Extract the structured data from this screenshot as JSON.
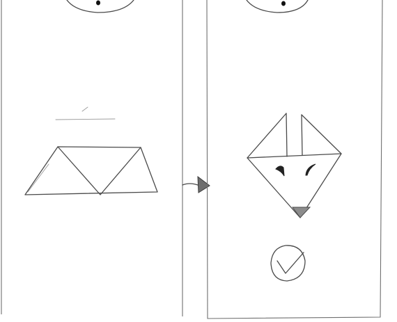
{
  "diagram": {
    "panel_count": 2,
    "step_arrow": "arrow-right-icon",
    "colors": {
      "pencil": "#4a4a4a",
      "faint_pencil": "#9a9a9a",
      "frame": "#6f6f6f",
      "shading": "#8c8c8c",
      "paper": "#ffffff"
    },
    "panels": [
      {
        "shape": "folded-trapezoid-with-three-triangles",
        "icon": "folded-paper-icon"
      },
      {
        "shape": "origami-fox-face",
        "icon": "fox-face-icon",
        "mark": "checkmark-circle-icon"
      }
    ]
  }
}
